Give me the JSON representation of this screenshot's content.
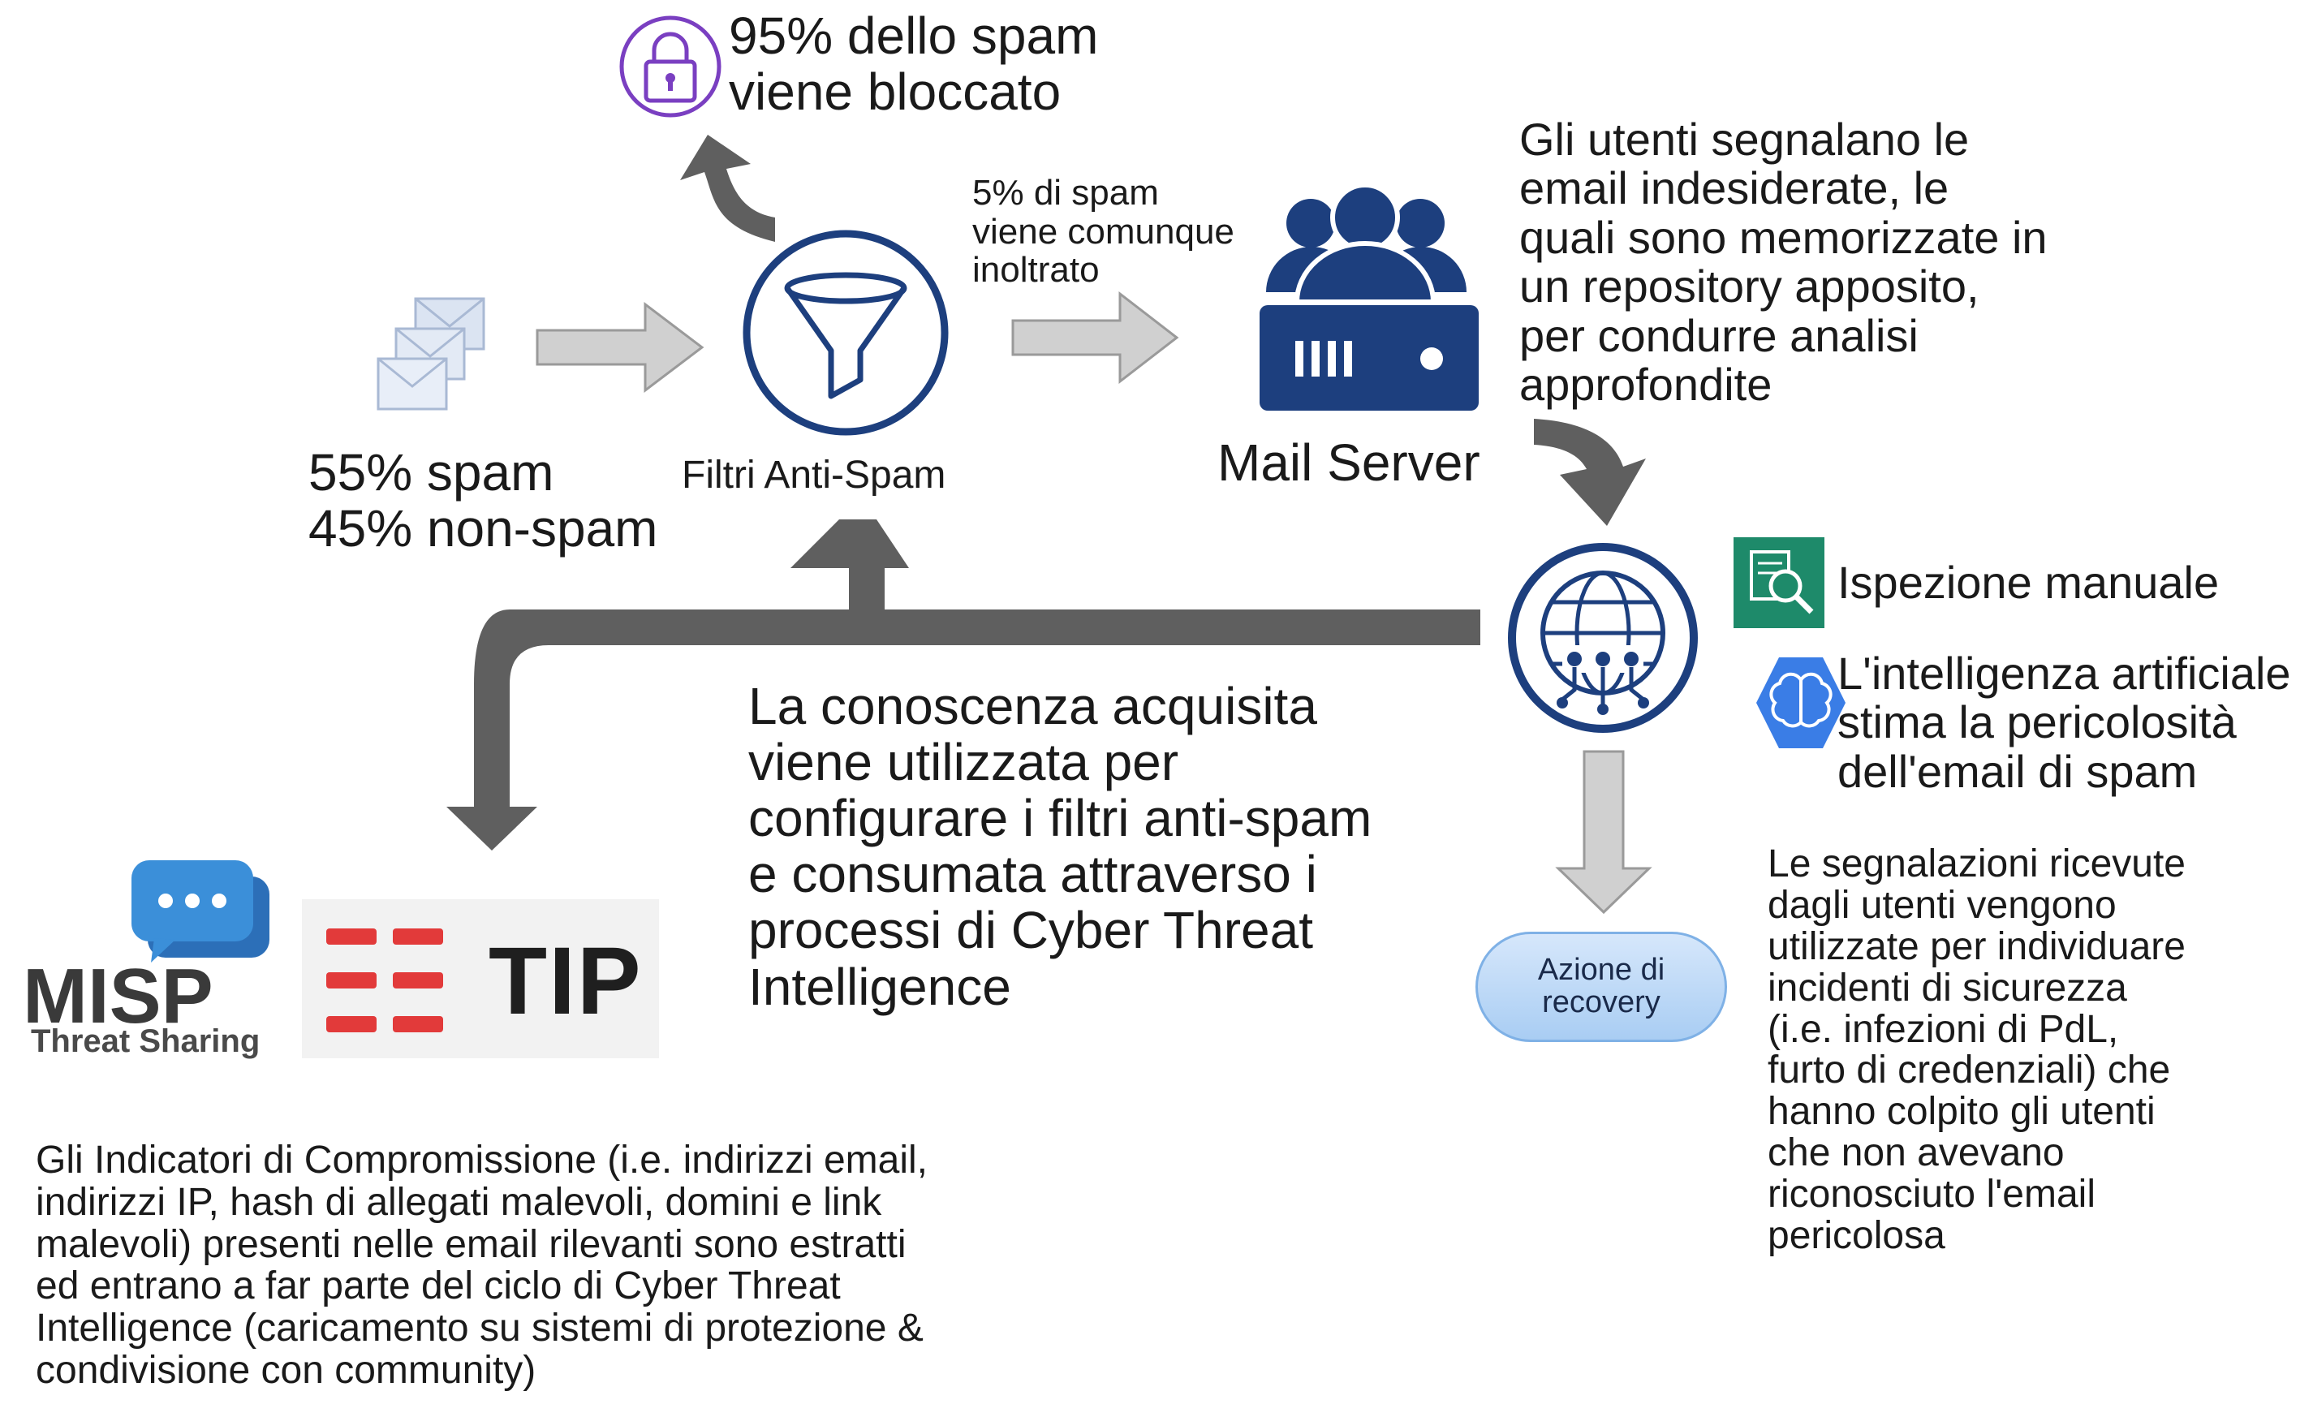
{
  "spam_blocked": "95% dello spam\nviene bloccato",
  "spam_forwarded": "5% di spam\nviene comunque\ninoltrato",
  "users_report": "Gli utenti segnalano le\nemail indesiderate, le\nquali sono memorizzate in\nun repository apposito,\nper condurre analisi\napprofondite",
  "traffic_mix": "55% spam\n45% non-spam",
  "filter_label": "Filtri Anti-Spam",
  "mail_server_label": "Mail Server",
  "manual_inspection": "Ispezione manuale",
  "ai_estimate": "L'intelligenza artificiale\nstima la pericolosità\ndell'email di spam",
  "knowledge_reuse": "La conoscenza acquisita\nviene utilizzata per\nconfigurare i filtri anti-spam\ne consumata attraverso i\nprocessi di Cyber Threat\nIntelligence",
  "recovery_action": "Azione di\nrecovery",
  "user_reports": "Le segnalazioni ricevute\ndagli utenti vengono\nutilizzate per individuare\nincidenti di sicurezza\n(i.e. infezioni di PdL,\nfurto di credenziali) che\nhanno colpito gli utenti\nche non avevano\nriconosciuto l'email\npericolosa",
  "ioc_text": "Gli Indicatori di Compromissione (i.e. indirizzi email,\nindirizzi IP, hash di allegati malevoli, domini e link\nmalevoli) presenti nelle email rilevanti sono estratti\ned entrano a far parte del ciclo di Cyber Threat\nIntelligence (caricamento su sistemi di protezione &\ncondivisione con community)",
  "misp_logo": "MISP",
  "misp_tagline": "Threat Sharing",
  "tip_logo": "TIP",
  "icons": [
    "lock-icon",
    "envelopes-icon",
    "funnel-icon",
    "mail-server-icon",
    "globe-network-icon",
    "magnifier-document-icon",
    "brain-ai-icon",
    "chat-bubbles-icon"
  ],
  "colors": {
    "navy": "#1d3f7e",
    "purple": "#7a3fc1",
    "arrow_gray": "#5f5f5f",
    "light_arrow": "#cfcfcf",
    "teal": "#1e8a6a",
    "ai_blue": "#3a7de6",
    "tip_red": "#e23a3a",
    "misp_blue": "#3b8fd9"
  }
}
